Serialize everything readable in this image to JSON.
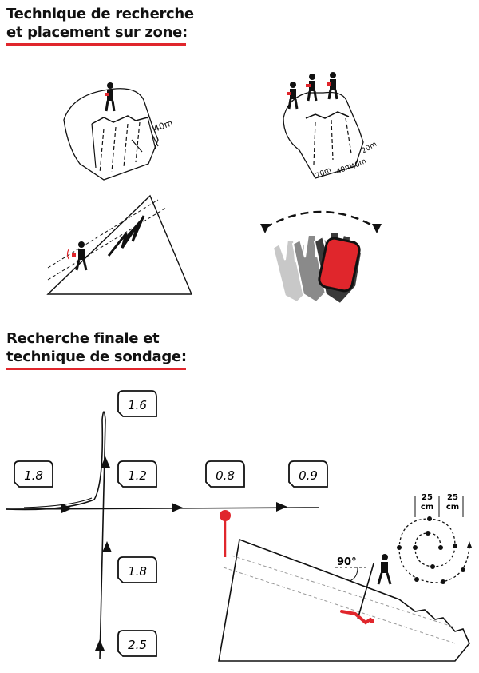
{
  "section1": {
    "line1": "Technique de recherche",
    "line2": "et placement sur zone:"
  },
  "section2": {
    "line1": "Recherche finale et",
    "line2": "technique de sondage:"
  },
  "fig_single": {
    "spacing": "40m"
  },
  "fig_multi": {
    "spacing_left": "20m",
    "spacing_mid1": "40m",
    "spacing_mid2": "40m",
    "spacing_right": "20m"
  },
  "readings": [
    {
      "id": "top",
      "value": "1.6"
    },
    {
      "id": "left",
      "value": "1.8"
    },
    {
      "id": "center",
      "value": "1.2"
    },
    {
      "id": "right1",
      "value": "0.8"
    },
    {
      "id": "right2",
      "value": "0.9"
    },
    {
      "id": "below",
      "value": "1.8"
    },
    {
      "id": "bottom",
      "value": "2.5"
    }
  ],
  "probe": {
    "angle": "90°",
    "spacing_a": "25",
    "spacing_b": "25",
    "unit": "cm"
  },
  "colors": {
    "accent": "#e0262c",
    "ink": "#111111",
    "glove_gray": "#8a8a8a",
    "glove_dark": "#3a3a3a"
  }
}
